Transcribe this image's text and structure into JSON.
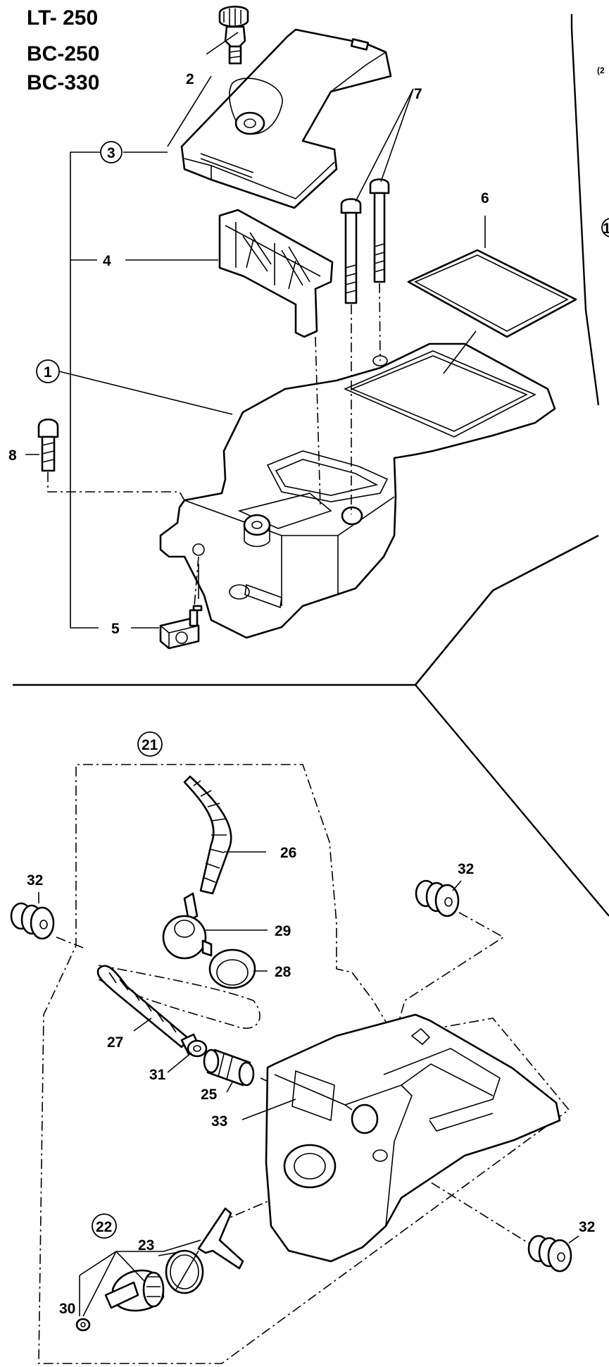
{
  "models": [
    "LT- 250",
    "BC-250",
    "BC-330"
  ],
  "callouts": {
    "p1": "1",
    "p2": "2",
    "p3": "3",
    "p4": "4",
    "p5": "5",
    "p6": "6",
    "p7": "7",
    "p8": "8",
    "p21": "21",
    "p22": "22",
    "p23": "23",
    "p25": "25",
    "p26": "26",
    "p27": "27",
    "p28": "28",
    "p29": "29",
    "p30": "30",
    "p31": "31",
    "p32a": "32",
    "p32b": "32",
    "p32c": "32",
    "p33": "33"
  },
  "edge_fragments": {
    "e1": "(2",
    "e2": "1"
  }
}
